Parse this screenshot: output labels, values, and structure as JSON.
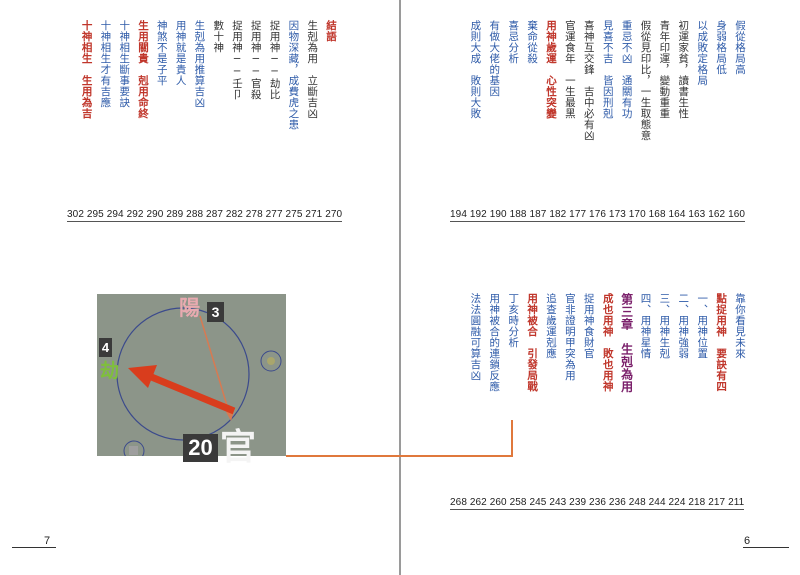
{
  "left_page": {
    "top_columns": [
      {
        "text": "結語",
        "style": "red"
      },
      {
        "text": "生剋為用　立斷吉凶",
        "style": "black"
      },
      {
        "text": "因物深藏，成費虎之患",
        "style": "blue"
      },
      {
        "text": "捉用神──劫比",
        "style": "black"
      },
      {
        "text": "捉用神──官殺",
        "style": "black"
      },
      {
        "text": "捉用神──壬卩",
        "style": "black"
      },
      {
        "text": "數十神",
        "style": "black"
      },
      {
        "text": "生剋為用推算吉凶",
        "style": "blue"
      },
      {
        "text": "用神就是貴人",
        "style": "blue"
      },
      {
        "text": "神煞不是子平",
        "style": "blue"
      },
      {
        "text": "生用關貴　剋用命終",
        "style": "red"
      },
      {
        "text": "十神相生斷事要訣",
        "style": "blue"
      },
      {
        "text": "十神相生才有吉應",
        "style": "blue"
      },
      {
        "text": "十神相生　生用為吉",
        "style": "red"
      }
    ],
    "top_page_numbers": "302 295 294 292 290 289 288 287 282 278 277 275 271 270",
    "folio": "7",
    "diagram": {
      "yang_glyph": "陽",
      "yang_num": "3",
      "jie_glyph": "劫",
      "jie_num": "4",
      "guan_glyph": "官",
      "guan_num": "20"
    }
  },
  "right_page": {
    "top_columns": [
      {
        "text": "假從格局高",
        "style": "blue"
      },
      {
        "text": "身弱格局低",
        "style": "blue"
      },
      {
        "text": "以成敗定格局",
        "style": "blue"
      },
      {
        "text": "初運家貧，讀書生性",
        "style": "black"
      },
      {
        "text": "青年印運，變動重重",
        "style": "black"
      },
      {
        "text": "假從見印比，一生取態意",
        "style": "black"
      },
      {
        "text": "重忌不凶　通關有功",
        "style": "blue"
      },
      {
        "text": "見喜不吉　皆因刑剋",
        "style": "blue"
      },
      {
        "text": "喜神互交鋒　吉中必有凶",
        "style": "black"
      },
      {
        "text": "官運食年　一生最黑",
        "style": "black"
      },
      {
        "text": "用神歲運　心性突變",
        "style": "red"
      },
      {
        "text": "棄命從殺",
        "style": "blue"
      },
      {
        "text": "喜忌分析",
        "style": "blue"
      },
      {
        "text": "有做大佬的基因",
        "style": "blue"
      },
      {
        "text": "成則大成　敗則大敗",
        "style": "blue"
      }
    ],
    "top_page_numbers": "194 192 190 188 187 182 177 176 173 170 168 164 163 162 160",
    "bottom_columns": [
      {
        "text": "靠你看見未來",
        "style": "blue"
      },
      {
        "text": "點捉用神　要訣有四",
        "style": "red"
      },
      {
        "text": "一、用神位置",
        "style": "blue"
      },
      {
        "text": "二、用神強弱",
        "style": "blue"
      },
      {
        "text": "三、用神生剋",
        "style": "blue"
      },
      {
        "text": "四、用神星情",
        "style": "blue"
      },
      {
        "text": "第三章　生剋為用",
        "style": "purple"
      },
      {
        "text": "成也用神　敗也用神",
        "style": "red"
      },
      {
        "text": "捉用神食財官",
        "style": "blue"
      },
      {
        "text": "官非證明甲突為用",
        "style": "blue"
      },
      {
        "text": "追查歲運剋應",
        "style": "blue"
      },
      {
        "text": "用神被合　引發局戰",
        "style": "red"
      },
      {
        "text": "丁亥時分析",
        "style": "blue"
      },
      {
        "text": "用神被合的連鎖反應",
        "style": "blue"
      },
      {
        "text": "法法圓融可算吉凶",
        "style": "blue"
      }
    ],
    "bottom_page_numbers": "268 262 260 258 245 243 239 236 236 248 244 224 218 217 211",
    "folio": "6"
  },
  "colors": {
    "blue_text": "#2d5aa8",
    "red_heading": "#c0362b",
    "purple_chapter": "#7a1f6a",
    "connector": "#e0783c"
  }
}
